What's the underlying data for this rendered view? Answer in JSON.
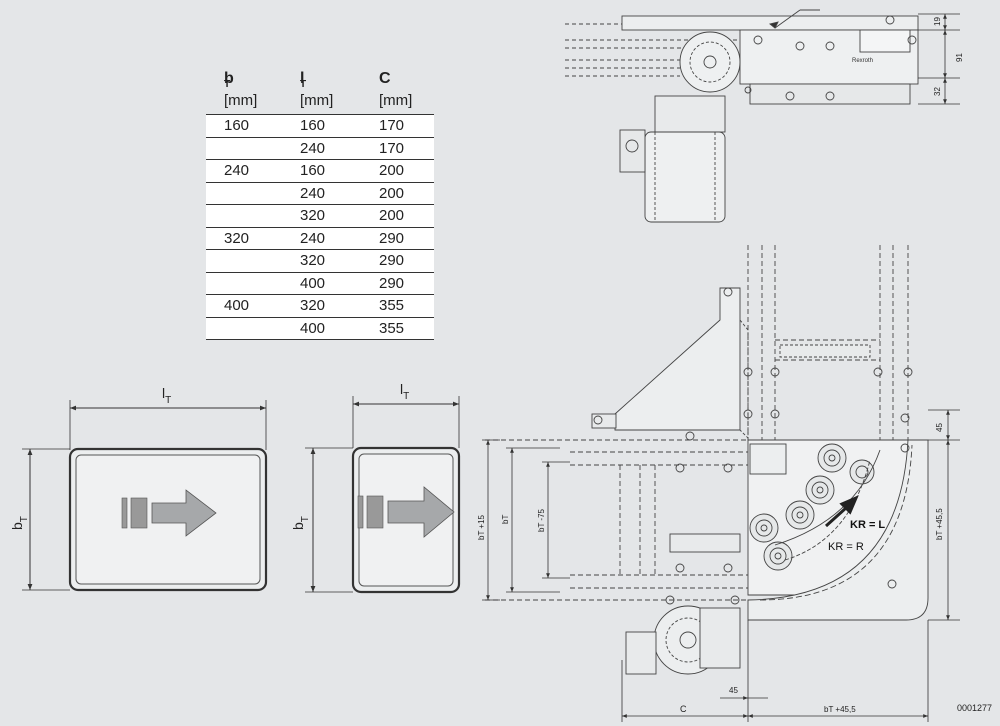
{
  "table": {
    "headers": [
      {
        "symbol": "b",
        "sub": "T",
        "unit": "[mm]"
      },
      {
        "symbol": "l",
        "sub": "T",
        "unit": "[mm]"
      },
      {
        "symbol": "C",
        "sub": "",
        "unit": "[mm]"
      }
    ],
    "rows": [
      [
        "160",
        "160",
        "170"
      ],
      [
        "",
        "240",
        "170"
      ],
      [
        "240",
        "160",
        "200"
      ],
      [
        "",
        "240",
        "200"
      ],
      [
        "",
        "320",
        "200"
      ],
      [
        "320",
        "240",
        "290"
      ],
      [
        "",
        "320",
        "290"
      ],
      [
        "",
        "400",
        "290"
      ],
      [
        "400",
        "320",
        "355"
      ],
      [
        "",
        "400",
        "355"
      ]
    ]
  },
  "left_diagram": {
    "width_label": "l",
    "width_sub": "T",
    "height_label": "b",
    "height_sub": "T"
  },
  "mid_diagram": {
    "width_label": "l",
    "width_sub": "T",
    "height_label": "b",
    "height_sub": "T"
  },
  "top_view": {
    "dims": [
      "19",
      "91",
      "32"
    ],
    "brand": "Rexroth"
  },
  "main_view": {
    "dim_45_right": "45",
    "dim_bt_455_right": "bT +45,5",
    "dim_bt15": "bT +15",
    "dim_bt": "bT",
    "dim_bt75": "bT -75",
    "dim_45_bottom": "45",
    "dim_c": "C",
    "dim_bt_455_bottom": "bT +45,5",
    "kr_l": "KR = L",
    "kr_r": "KR = R"
  },
  "figure_id": "0001277"
}
